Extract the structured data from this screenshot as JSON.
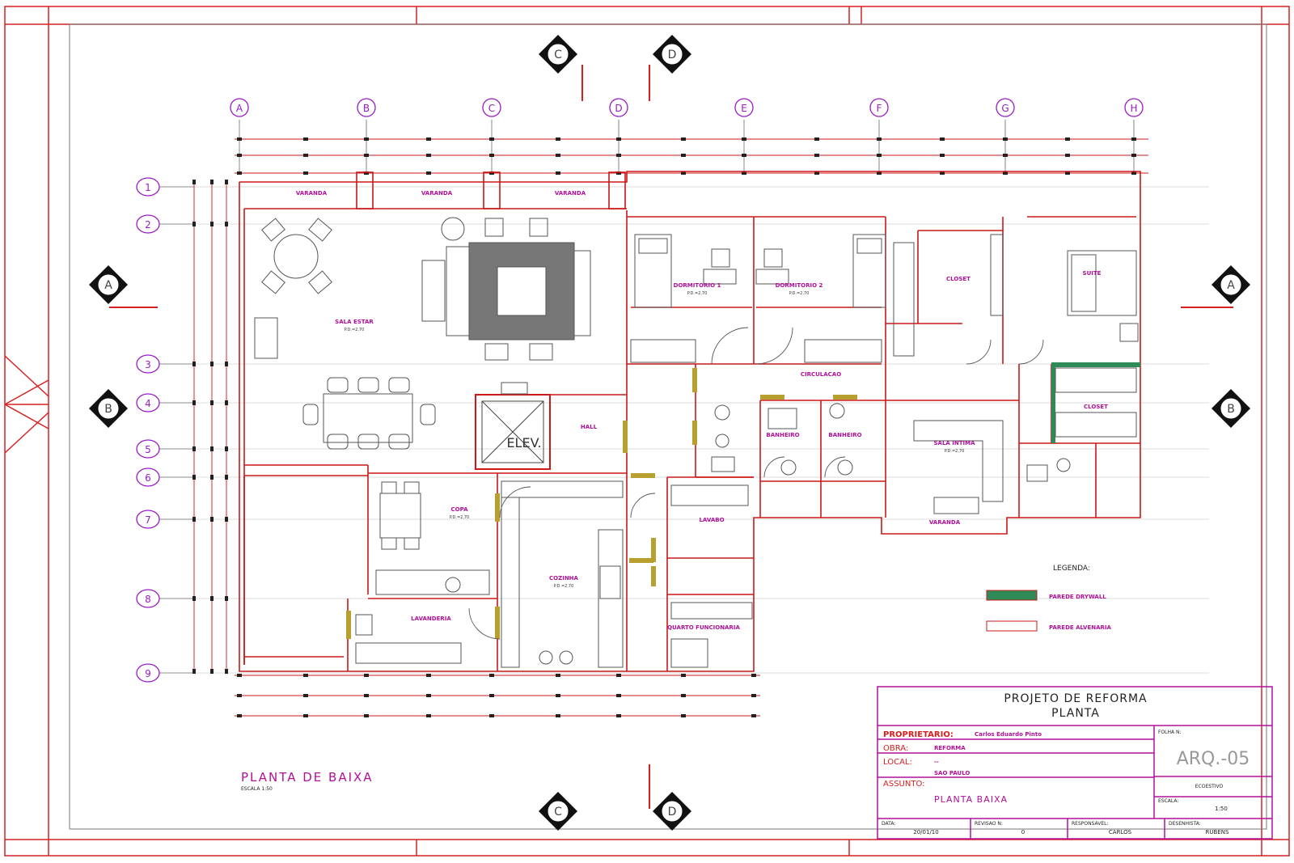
{
  "drawing": {
    "column_axes": [
      "A",
      "B",
      "C",
      "D",
      "E",
      "F",
      "G",
      "H"
    ],
    "row_axes": [
      "1",
      "2",
      "3",
      "4",
      "5",
      "6",
      "7",
      "8",
      "9"
    ],
    "section_marks": {
      "vertical": [
        "C",
        "D"
      ],
      "horizontal": [
        "A",
        "B"
      ]
    },
    "rooms": {
      "varanda": "VARANDA",
      "sala_estar": "SALA ESTAR",
      "dormitorio_1": "DORMITORIO 1",
      "dormitorio_2": "DORMITORIO 2",
      "closet": "CLOSET",
      "suite": "SUITE",
      "circulacao": "CIRCULACAO",
      "hall": "HALL",
      "elevator": "ELEV.",
      "banheiro_1": "BANHEIRO",
      "banheiro_2": "BANHEIRO",
      "sala_intima": "SALA INTIMA",
      "closet_2": "CLOSET",
      "copa": "COPA",
      "cozinha": "COZINHA",
      "lavanderia": "LAVANDERIA",
      "quarto_funcionaria": "QUARTO FUNCIONARIA",
      "lavabo": "LAVABO",
      "varanda_2": "VARANDA"
    },
    "legend": {
      "title": "LEGENDA:",
      "items": [
        {
          "label": "PAREDE DRYWALL",
          "color": "#2e8b57"
        },
        {
          "label": "PAREDE ALVENARIA",
          "color": "#ffffff"
        }
      ]
    },
    "plan_title": "PLANTA DE BAIXA",
    "plan_scale": "ESCALA 1:50",
    "colors": {
      "frame": "#d62020",
      "grid_axis": "#9a1cc4",
      "titleblock": "#b0109a",
      "walls": "#cc1818",
      "furniture": "#555555",
      "drywall_legend": "#2e8b57",
      "door_highlight": "#b8a030"
    }
  },
  "titleblock": {
    "project": "PROJETO DE REFORMA",
    "subtitle": "PLANTA",
    "proprietario_label": "PROPRIETARIO:",
    "proprietario_value": "Carlos Eduardo Pinto",
    "obra_label": "OBRA:",
    "obra_value": "REFORMA",
    "local_label": "LOCAL:",
    "local_value": "--",
    "city": "SAO PAULO",
    "assunto_label": "ASSUNTO:",
    "assunto_value": "PLANTA BAIXA",
    "folha_label": "FOLHA N:",
    "sheet_number": "ARQ.-05",
    "arquivo_value": "ECOESTIVO",
    "escala_label": "ESCALA:",
    "escala_value": "1:50",
    "data_label": "DATA:",
    "data_value": "20/01/10",
    "revisao_label": "REVISAO N:",
    "revisao_value": "0",
    "responsavel_label": "RESPONSAVEL:",
    "responsavel_value": "CARLOS",
    "desenhista_label": "DESENHISTA:",
    "desenhista_value": "RUBENS"
  }
}
